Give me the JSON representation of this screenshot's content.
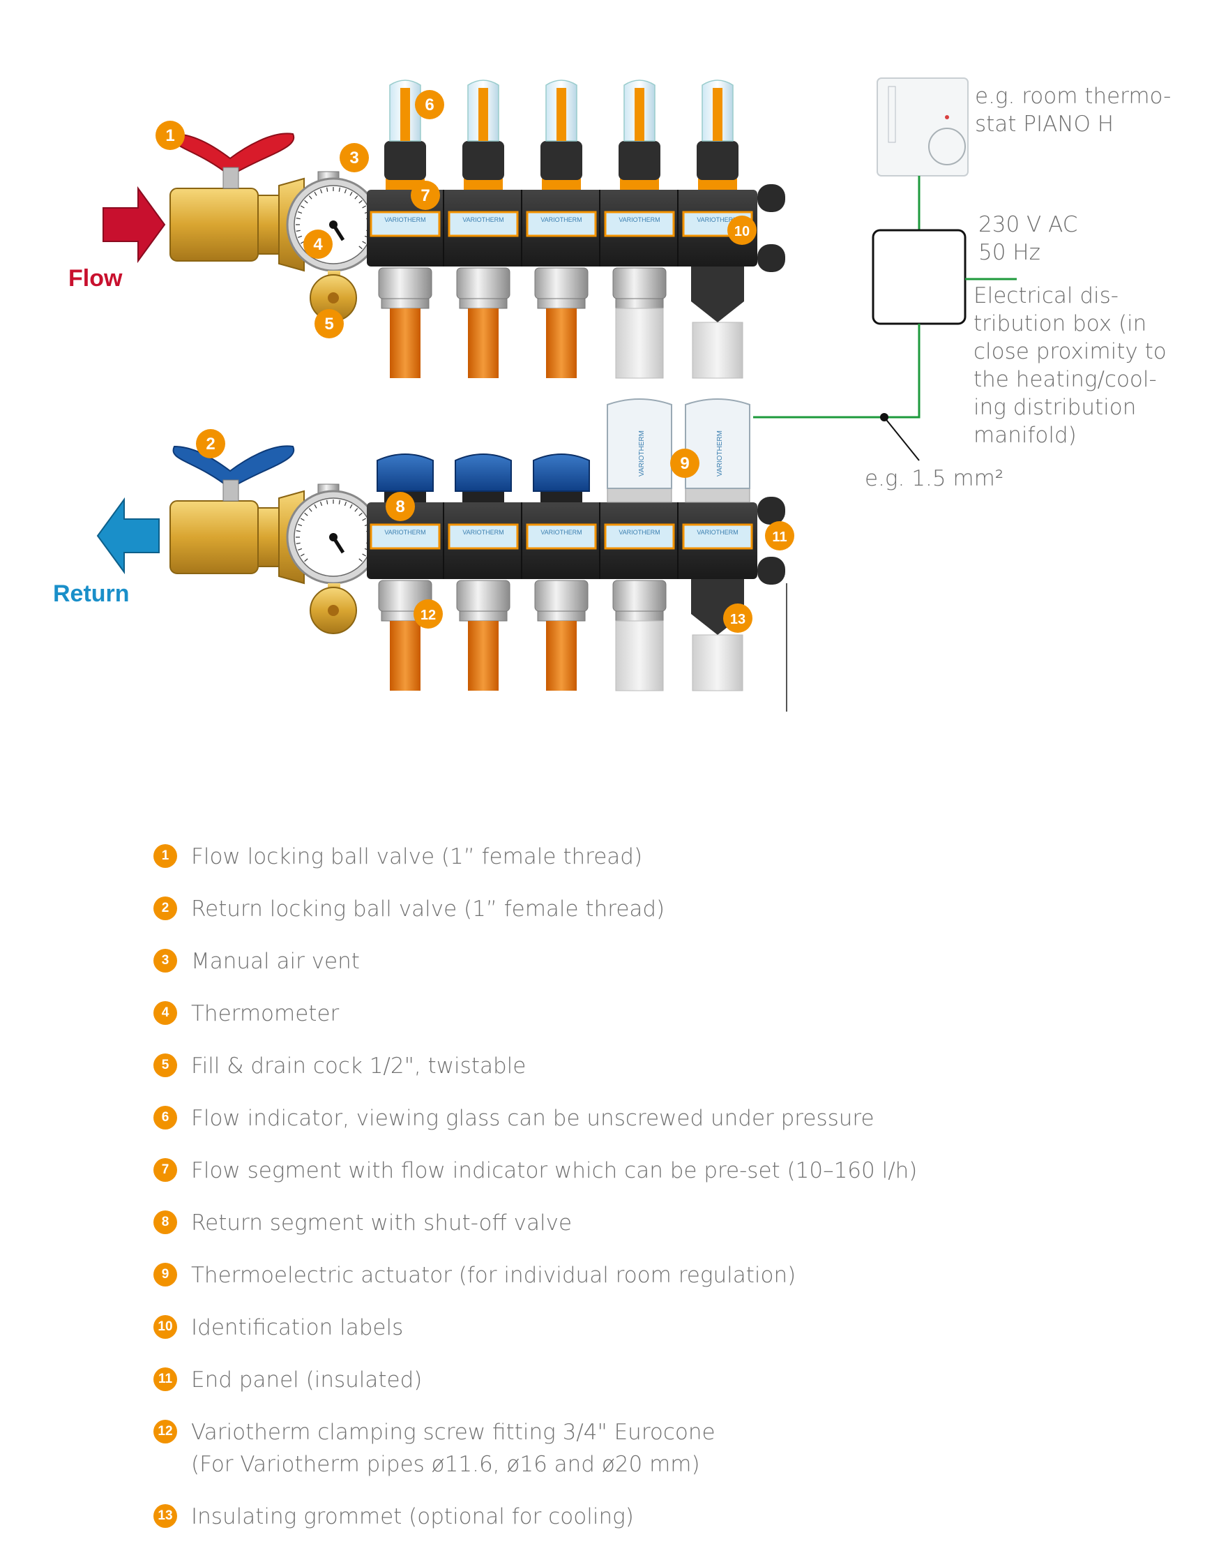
{
  "diagram": {
    "flow_label": "Flow",
    "return_label": "Return",
    "thermostat_label_line1": "e.g. room thermo-",
    "thermostat_label_line2": "stat PIANO H",
    "voltage_line1": "230 V AC",
    "voltage_line2": "50 Hz",
    "box_label_lines": [
      "Electrical dis-",
      "tribution box (in",
      "close proximity to",
      "the heating/cool-",
      "ing distribution",
      "manifold)"
    ],
    "cable_label": "e.g. 1.5 mm²",
    "brand_label": "VARIOTHERM",
    "accent_color": "#f29200",
    "flow_color": "#c8102e",
    "return_color": "#1a8fc9",
    "wire_color": "#1e9a3c",
    "callouts": [
      "1",
      "2",
      "3",
      "4",
      "5",
      "6",
      "7",
      "8",
      "9",
      "10",
      "11",
      "12",
      "13"
    ]
  },
  "legend": [
    {
      "num": "1",
      "text": "Flow locking ball valve (1” female thread)"
    },
    {
      "num": "2",
      "text": "Return locking ball valve (1” female thread)"
    },
    {
      "num": "3",
      "text": "Manual air vent"
    },
    {
      "num": "4",
      "text": "Thermometer"
    },
    {
      "num": "5",
      "text": "Fill & drain cock 1/2\", twistable"
    },
    {
      "num": "6",
      "text": "Flow indicator, viewing glass can be unscrewed under pressure"
    },
    {
      "num": "7",
      "text": "Flow segment with flow indicator which can be pre-set (10–160 l/h)"
    },
    {
      "num": "8",
      "text": "Return segment with shut-off valve"
    },
    {
      "num": "9",
      "text": "Thermoelectric actuator (for individual room regulation)"
    },
    {
      "num": "10",
      "text": "Identification labels"
    },
    {
      "num": "11",
      "text": "End panel (insulated)"
    },
    {
      "num": "12",
      "text": "Variotherm clamping screw fitting 3/4\" Eurocone\n(For Variotherm pipes ø11.6, ø16 and ø20 mm)"
    },
    {
      "num": "13",
      "text": "Insulating grommet (optional for cooling)"
    }
  ]
}
